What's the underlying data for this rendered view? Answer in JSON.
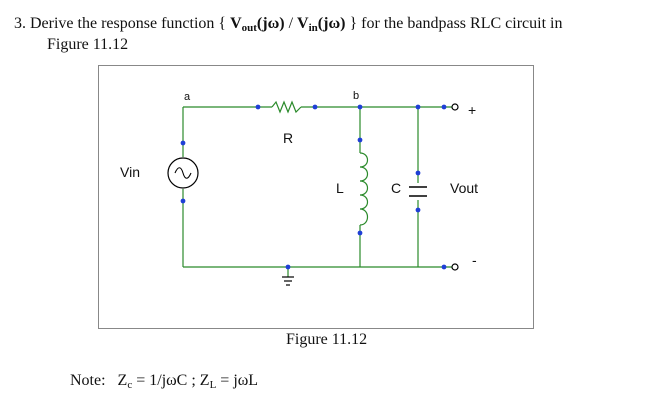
{
  "question": {
    "number": "3.",
    "text_prefix": "Derive the response function {",
    "vout": "V",
    "vout_sub": "out",
    "jw1": "(jω)",
    "slash": "/",
    "vin": "V",
    "vin_sub": "in",
    "jw2": "(jω)",
    "text_suffix": "} for the bandpass RLC circuit in",
    "line2": "Figure  11.12"
  },
  "circuit": {
    "node_a": "a",
    "node_b": "b",
    "resistor": "R",
    "inductor": "L",
    "capacitor": "C",
    "source": "Vin",
    "output": "Vout",
    "plus": "+",
    "minus": "-"
  },
  "caption": "Figure 11.12",
  "note": {
    "prefix": "Note:",
    "zc": "Z",
    "zc_sub": "c",
    "zc_expr": "= 1/jωC ;",
    "zl": "Z",
    "zl_sub": "L",
    "zl_expr": "= jωL"
  },
  "colors": {
    "wire": "#2a8a2a",
    "node": "#1f3fd6",
    "component": "#000000"
  }
}
